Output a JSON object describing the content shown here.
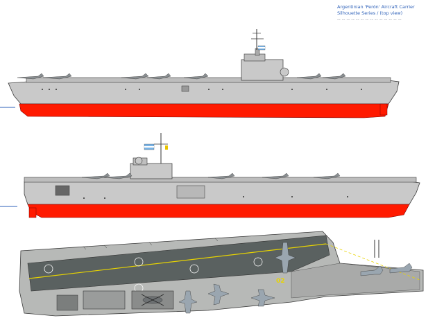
{
  "caption": {
    "line1": "Argentinian 'Perón' Aircraft Carrier",
    "line2": "Silhouette Series / (top view)",
    "line3": "-- -- -- -- -- -- -- -- -- -- -- -- -- --"
  },
  "deck": {
    "hull_number": "02"
  },
  "colors": {
    "hull_gray": "#c7c7c7",
    "waterline_red": "#ff1a00",
    "deck_dark": "#5a6160",
    "deck_light": "#b7b9b7",
    "centerline_yellow": "#e8d400",
    "outline": "#3a3a3a"
  },
  "icons": {
    "flag": "argentine-flag-icon",
    "aircraft": "jet-aircraft-icon",
    "helicopter": "helicopter-icon"
  }
}
